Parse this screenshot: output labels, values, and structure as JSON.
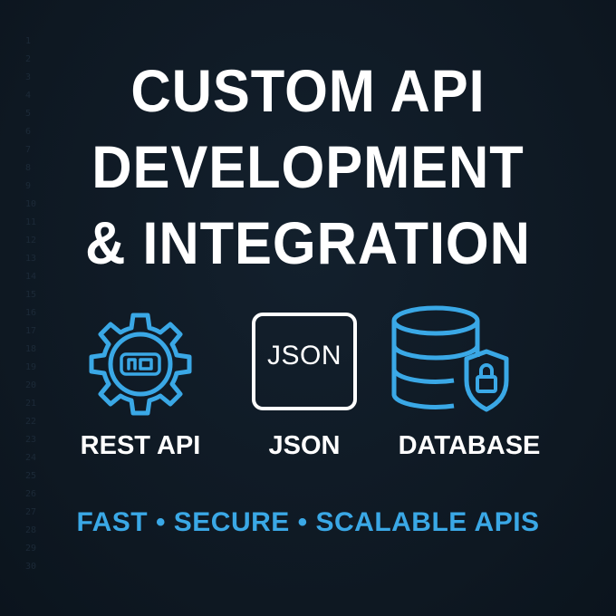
{
  "headline": {
    "line1": "CUSTOM API",
    "line2": "DEVELOPMENT",
    "line3": "& INTEGRATION"
  },
  "features": [
    {
      "label": "REST API",
      "icon": "gear-icon"
    },
    {
      "label": "JSON",
      "icon": "json-box-icon",
      "icon_text": "JSON"
    },
    {
      "label": "DATABASE",
      "icon": "database-lock-icon"
    }
  ],
  "tagline": "FAST • SECURE • SCALABLE APIS",
  "colors": {
    "background": "#0f1a25",
    "accent": "#3aa8e6",
    "text": "#ffffff"
  }
}
